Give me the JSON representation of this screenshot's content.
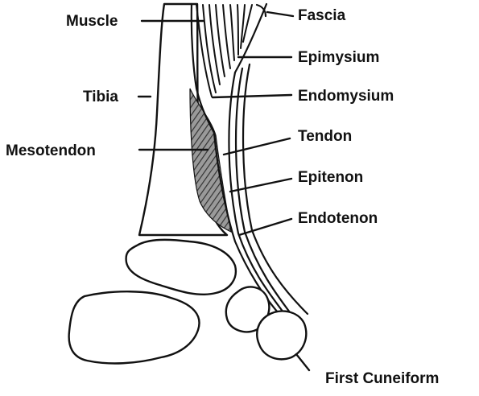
{
  "labels": {
    "muscle": "Muscle",
    "fascia": "Fascia",
    "epimysium": "Epimysium",
    "tibia": "Tibia",
    "endomysium": "Endomysium",
    "tendon": "Tendon",
    "mesotendon": "Mesotendon",
    "epitenon": "Epitenon",
    "endotenon": "Endotenon",
    "first_cuneiform": "First Cuneiform"
  },
  "colors": {
    "ink": "#111111",
    "background": "#ffffff",
    "mesotendon_shade": "#777777"
  }
}
